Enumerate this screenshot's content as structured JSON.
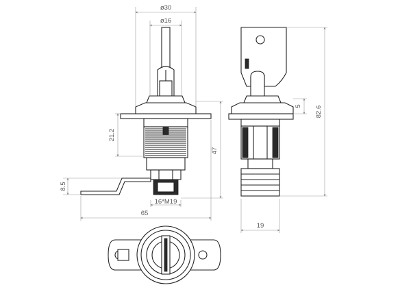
{
  "drawing": {
    "dimensions": {
      "d30": "ø30",
      "d16": "ø16",
      "h212": "21.2",
      "h47": "47",
      "h85": "8.5",
      "thread": "16*M19",
      "w65": "65",
      "h5": "5",
      "h826": "82.6",
      "w19": "19"
    }
  }
}
